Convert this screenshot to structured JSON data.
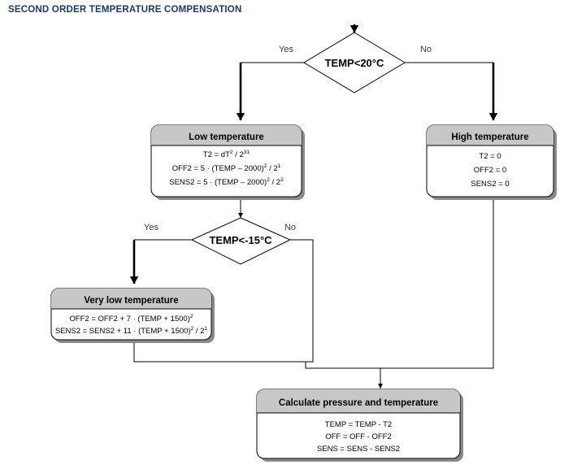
{
  "page": {
    "title": "SECOND ORDER TEMPERATURE COMPENSATION",
    "title_color": "#1f3864",
    "background": "#ffffff"
  },
  "diagram": {
    "type": "flowchart",
    "header_fill": "#c7c7c7",
    "node_fill": "#ffffff",
    "line_color": "#000000",
    "entry_arrow": "down-arrow-into-decision-1",
    "decisions": [
      {
        "id": "decision-temp-20",
        "label": "TEMP<20°C",
        "yes_label": "Yes",
        "no_label": "No",
        "yes_target": "low-temperature",
        "no_target": "high-temperature"
      },
      {
        "id": "decision-temp-minus15",
        "label": "TEMP<-15°C",
        "yes_label": "Yes",
        "no_label": "No",
        "yes_target": "very-low-temperature",
        "no_target": "calculate-pressure-and-temperature"
      }
    ],
    "nodes": [
      {
        "id": "low-temperature",
        "title": "Low temperature",
        "lines": [
          {
            "base": "T2 = dT",
            "sup1": "2",
            "mid": " / 2",
            "sup2": "31",
            "tail": ""
          },
          {
            "base": "OFF2 = 5 · (TEMP – 2000)",
            "sup1": "2",
            "mid": " / 2",
            "sup2": "1",
            "tail": ""
          },
          {
            "base": "SENS2 = 5 · (TEMP – 2000)",
            "sup1": "2",
            "mid": " / 2",
            "sup2": "2",
            "tail": ""
          }
        ]
      },
      {
        "id": "high-temperature",
        "title": "High temperature",
        "lines": [
          {
            "base": "T2 = 0",
            "sup1": "",
            "mid": "",
            "sup2": "",
            "tail": ""
          },
          {
            "base": "OFF2 = 0",
            "sup1": "",
            "mid": "",
            "sup2": "",
            "tail": ""
          },
          {
            "base": "SENS2 = 0",
            "sup1": "",
            "mid": "",
            "sup2": "",
            "tail": ""
          }
        ]
      },
      {
        "id": "very-low-temperature",
        "title": "Very low temperature",
        "lines": [
          {
            "base": "OFF2 = OFF2 + 7 · (TEMP + 1500)",
            "sup1": "2",
            "mid": "",
            "sup2": "",
            "tail": ""
          },
          {
            "base": "SENS2 = SENS2 + 11 · (TEMP + 1500)",
            "sup1": "2",
            "mid": " / 2",
            "sup2": "1",
            "tail": ""
          }
        ]
      },
      {
        "id": "calculate-pressure-and-temperature",
        "title": "Calculate pressure and temperature",
        "lines": [
          {
            "base": "TEMP = TEMP - T2",
            "sup1": "",
            "mid": "",
            "sup2": "",
            "tail": ""
          },
          {
            "base": "OFF = OFF - OFF2",
            "sup1": "",
            "mid": "",
            "sup2": "",
            "tail": ""
          },
          {
            "base": "SENS = SENS - SENS2",
            "sup1": "",
            "mid": "",
            "sup2": "",
            "tail": ""
          }
        ]
      }
    ]
  }
}
